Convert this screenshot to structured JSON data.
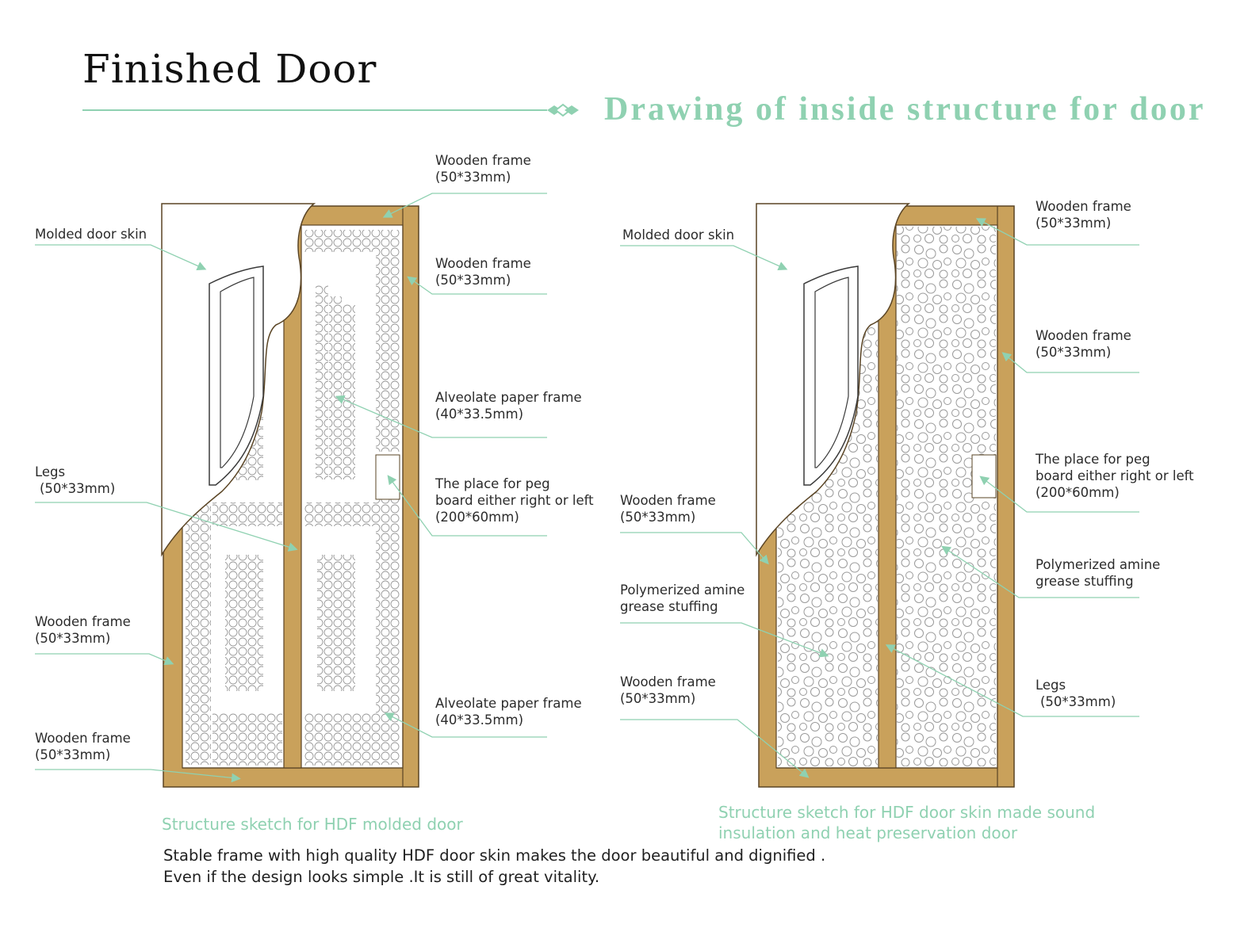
{
  "colors": {
    "accent": "#8fd1b1",
    "frame_fill": "#c9a15b",
    "frame_stroke": "#5a4424",
    "cell_stroke": "#9a9a9a",
    "text": "#2b2b2b"
  },
  "header": {
    "title": "Finished Door",
    "subtitle": "Drawing of inside structure for door"
  },
  "left_diagram": {
    "caption": "Structure sketch for HDF molded door",
    "labels": [
      {
        "line1": "Wooden frame",
        "line2": "(50*33mm)"
      },
      {
        "line1": "Molded door skin",
        "line2": ""
      },
      {
        "line1": "Wooden frame",
        "line2": "(50*33mm)"
      },
      {
        "line1": "Alveolate paper frame",
        "line2": "(40*33.5mm)"
      },
      {
        "line1": "Legs",
        "line2": "(50*33mm)"
      },
      {
        "line1": "The place for peg",
        "line2": "board either right or left",
        "line3": "(200*60mm)"
      },
      {
        "line1": "Wooden frame",
        "line2": "(50*33mm)"
      },
      {
        "line1": "Alveolate paper frame",
        "line2": "(40*33.5mm)"
      },
      {
        "line1": "Wooden frame",
        "line2": "(50*33mm)"
      }
    ]
  },
  "right_diagram": {
    "caption_line1": "Structure sketch for HDF door skin made sound",
    "caption_line2": "insulation and heat preservation door",
    "labels": [
      {
        "line1": "Molded door skin",
        "line2": ""
      },
      {
        "line1": "Wooden frame",
        "line2": "(50*33mm)"
      },
      {
        "line1": "Wooden frame",
        "line2": "(50*33mm)"
      },
      {
        "line1": "The place for peg",
        "line2": "board either right or left",
        "line3": "(200*60mm)"
      },
      {
        "line1": "Wooden frame",
        "line2": "(50*33mm)"
      },
      {
        "line1": "Polymerized amine",
        "line2": "grease stuffing"
      },
      {
        "line1": "Polymerized amine",
        "line2": "grease stuffing"
      },
      {
        "line1": "Wooden frame",
        "line2": "(50*33mm)"
      },
      {
        "line1": "Legs",
        "line2": "(50*33mm)"
      }
    ]
  },
  "description": {
    "line1": "Stable frame with high quality HDF door skin makes the door beautiful and dignified .",
    "line2": "Even if the design looks simple .It is still of great vitality."
  }
}
